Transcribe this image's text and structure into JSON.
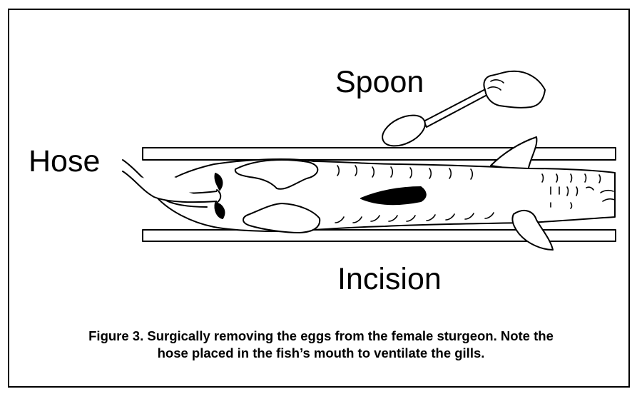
{
  "figure": {
    "labels": {
      "spoon": "Spoon",
      "hose": "Hose",
      "incision": "Incision"
    },
    "caption": {
      "line1": "Figure 3. Surgically removing the eggs from the female sturgeon. Note the",
      "line2": "hose placed in the fish’s mouth to ventilate the gills."
    },
    "colors": {
      "ink": "#000000",
      "paper": "#ffffff"
    }
  }
}
